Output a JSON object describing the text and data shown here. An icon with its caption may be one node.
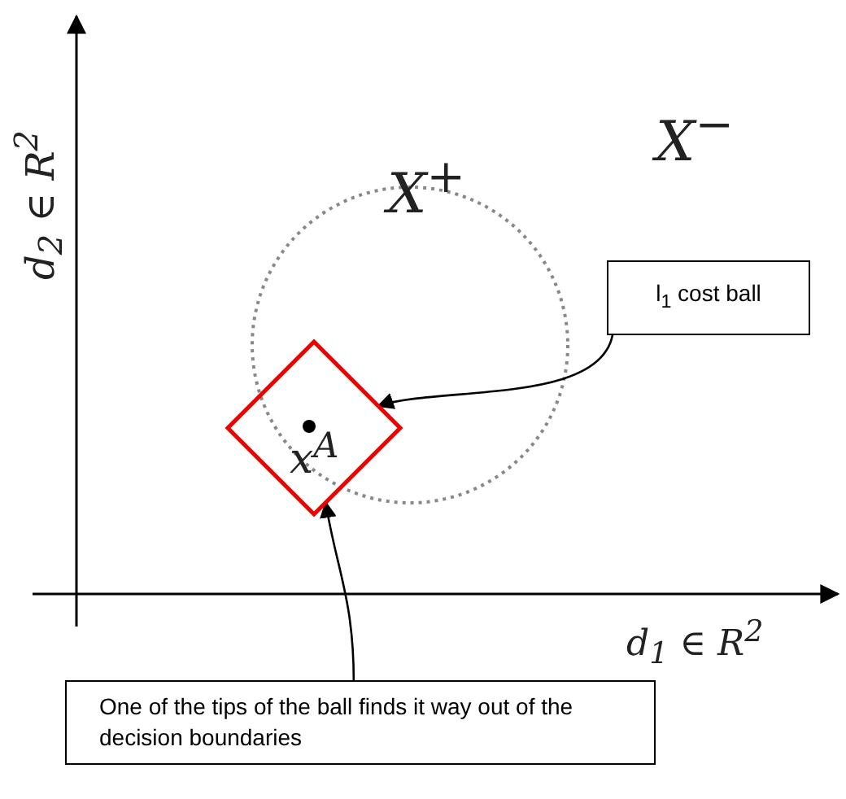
{
  "diagram": {
    "nodes": [
      {
        "text": [
          "l$_{1}$ cost ball"
        ]
      },
      {
        "text": [],
        "shape": "diamond"
      },
      {
        "text": [
          "One of the tips of the ball finds it way out of the decision boundaries"
        ]
      }
    ],
    "edges": [
      {
        "from": 0,
        "to": 1,
        "arrow": "to"
      },
      {
        "from": 2,
        "to": 1,
        "arrow": "to"
      }
    ],
    "labels": [
      "d$_{2}$ ∈ R$^{2}$",
      "X$^{+}$",
      "X$^{−}$",
      "x$^{A}$",
      "d$_{1}$ ∈ R$^{2}$"
    ]
  }
}
